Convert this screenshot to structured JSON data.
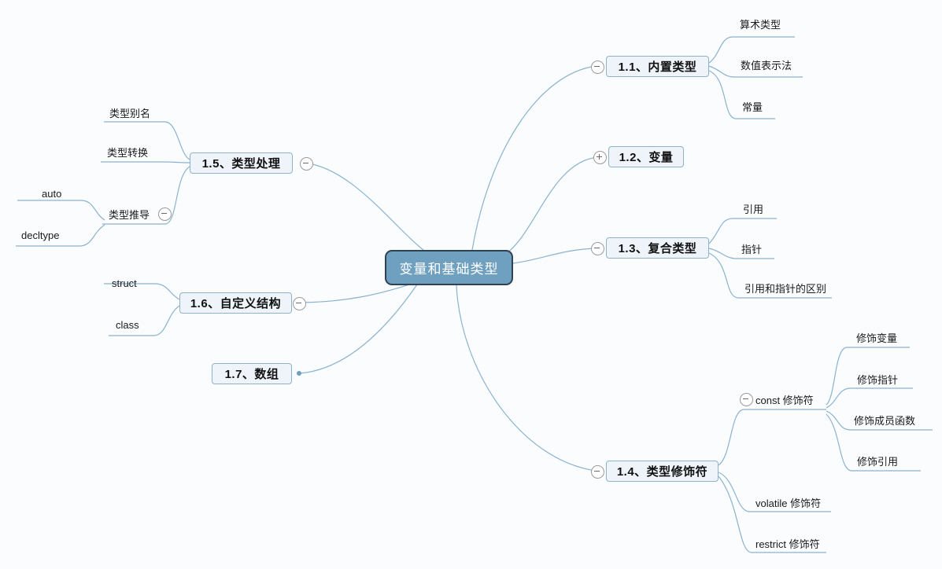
{
  "diagram": {
    "type": "mindmap",
    "title": "变量和基础类型",
    "root": {
      "label": "变量和基础类型"
    },
    "branches": {
      "b11": {
        "label": "1.1、内置类型",
        "toggle": "collapse-minus"
      },
      "b12": {
        "label": "1.2、变量",
        "toggle": "expand-plus"
      },
      "b13": {
        "label": "1.3、复合类型",
        "toggle": "collapse-minus"
      },
      "b14": {
        "label": "1.4、类型修饰符",
        "toggle": "collapse-minus"
      },
      "b15": {
        "label": "1.5、类型处理",
        "toggle": "collapse-minus"
      },
      "b16": {
        "label": "1.6、自定义结构",
        "toggle": "collapse-minus"
      },
      "b17": {
        "label": "1.7、数组",
        "toggle": "none"
      }
    },
    "leaves": {
      "l_suanshu": "算术类型",
      "l_shuzhi": "数值表示法",
      "l_changliang": "常量",
      "l_yinyong": "引用",
      "l_zhizhen": "指针",
      "l_qubie": "引用和指针的区别",
      "l_const": "const 修饰符",
      "l_volatile": "volatile 修饰符",
      "l_restrict": "restrict 修饰符",
      "l_xsbianliang": "修饰变量",
      "l_xszhizhen": "修饰指针",
      "l_xschengyuan": "修饰成员函数",
      "l_xsyinyong": "修饰引用",
      "l_bieming": "类型别名",
      "l_zhuanhuan": "类型转换",
      "l_tuidao": "类型推导",
      "l_auto": "auto",
      "l_decltype": "decltype",
      "l_struct": "struct",
      "l_class": "class"
    },
    "colors": {
      "root_fill": "#6fa0c0",
      "root_border": "#2e4256",
      "root_text": "#ffffff",
      "box_fill": "#eef4fa",
      "box_border": "#8eb2cb",
      "link": "#8ab3d0",
      "background": "#fbfcfd",
      "text": "#1a1a1a"
    }
  }
}
